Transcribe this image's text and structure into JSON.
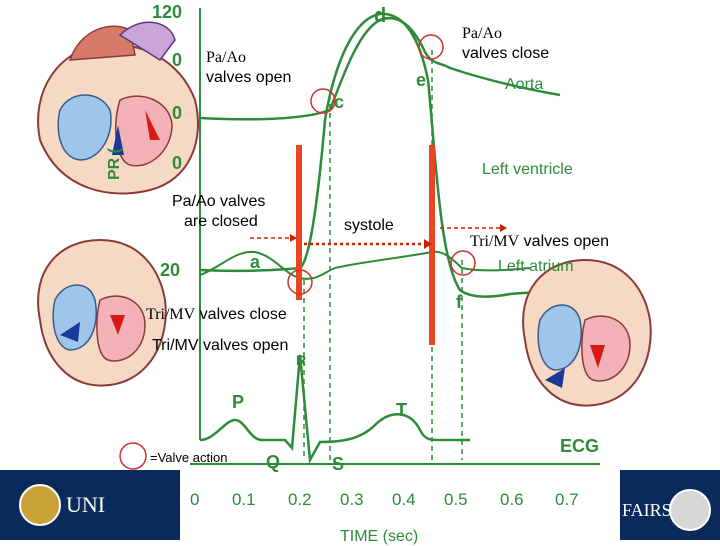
{
  "labels": {
    "pa_ao_open_line1": "Pa/Ao",
    "pa_ao_open_line2": "valves open",
    "pa_ao_close_line1": "Pa/Ao",
    "pa_ao_close_line2": "valves close",
    "pa_ao_closed_line1": "Pa/Ao valves",
    "pa_ao_closed_line2": "are closed",
    "systole": "systole",
    "tri_mv_open_right": "Tri/MV valves open",
    "tri_mv_close": "Tri/MV valves close",
    "tri_mv_open_left": "Tri/MV valves open",
    "legend_valve_action": "=Valve action"
  },
  "plot": {
    "y_ticks": [
      "120",
      "0",
      "0",
      "0",
      "20"
    ],
    "y_axis_label": "PR (",
    "x_ticks": [
      "0",
      "0.1",
      "0.2",
      "0.3",
      "0.4",
      "0.5",
      "0.6",
      "0.7"
    ],
    "x_axis_label": "TIME (sec)",
    "curve_labels": {
      "aorta": "Aorta",
      "left_ventricle": "Left ventricle",
      "left_atrium": "Left atrium",
      "ecg": "ECG"
    },
    "point_labels": {
      "a": "a",
      "c": "c",
      "d": "d",
      "e": "e",
      "f": "f",
      "p": "P",
      "q": "Q",
      "r": "R",
      "s": "S",
      "t": "T"
    }
  },
  "footer": {
    "left_text": "UNI",
    "right_text": "FAIRS"
  },
  "colors": {
    "curve_green": "#2e8b3a",
    "marker_red": "#e8461e",
    "arrow_red": "#cc2200",
    "valve_circle": "#d32f2f",
    "footer_navy": "#0b2a5c"
  }
}
